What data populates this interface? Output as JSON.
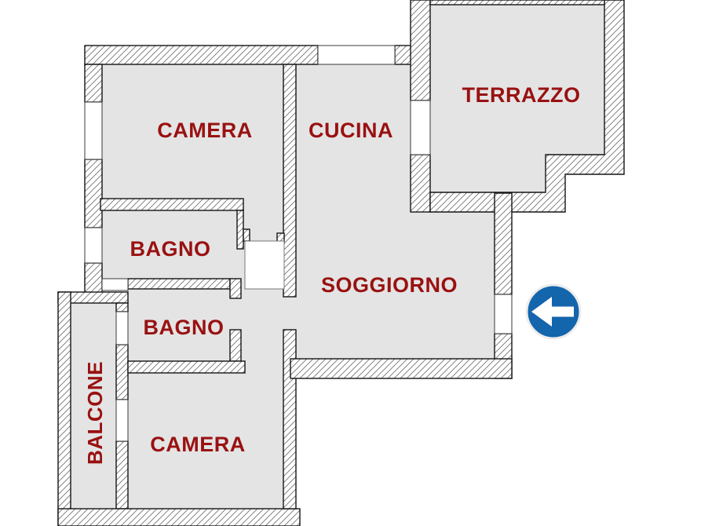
{
  "title": "Apartment floor plan",
  "rooms": {
    "camera_top": {
      "label": "CAMERA"
    },
    "cucina": {
      "label": "CUCINA"
    },
    "terrazzo": {
      "label": "TERRAZZO"
    },
    "bagno_top": {
      "label": "BAGNO"
    },
    "bagno_bottom": {
      "label": "BAGNO"
    },
    "soggiorno": {
      "label": "SOGGIORNO"
    },
    "camera_bottom": {
      "label": "CAMERA"
    },
    "balcone": {
      "label": "BALCONE"
    }
  },
  "entrance_arrow": {
    "icon": "left-arrow-icon",
    "direction": "left"
  },
  "colors": {
    "background": "#ffffff",
    "room_fill": "#e4e4e4",
    "room_border": "#9a9a9a",
    "wall_hatch_line": "#757575",
    "wall_border": "#141414",
    "window_border": "#3a3a3a",
    "label_color": "#991111",
    "arrow_blue": "#1365ac",
    "arrow_ring": "#ececec",
    "arrow_white": "#ffffff"
  }
}
